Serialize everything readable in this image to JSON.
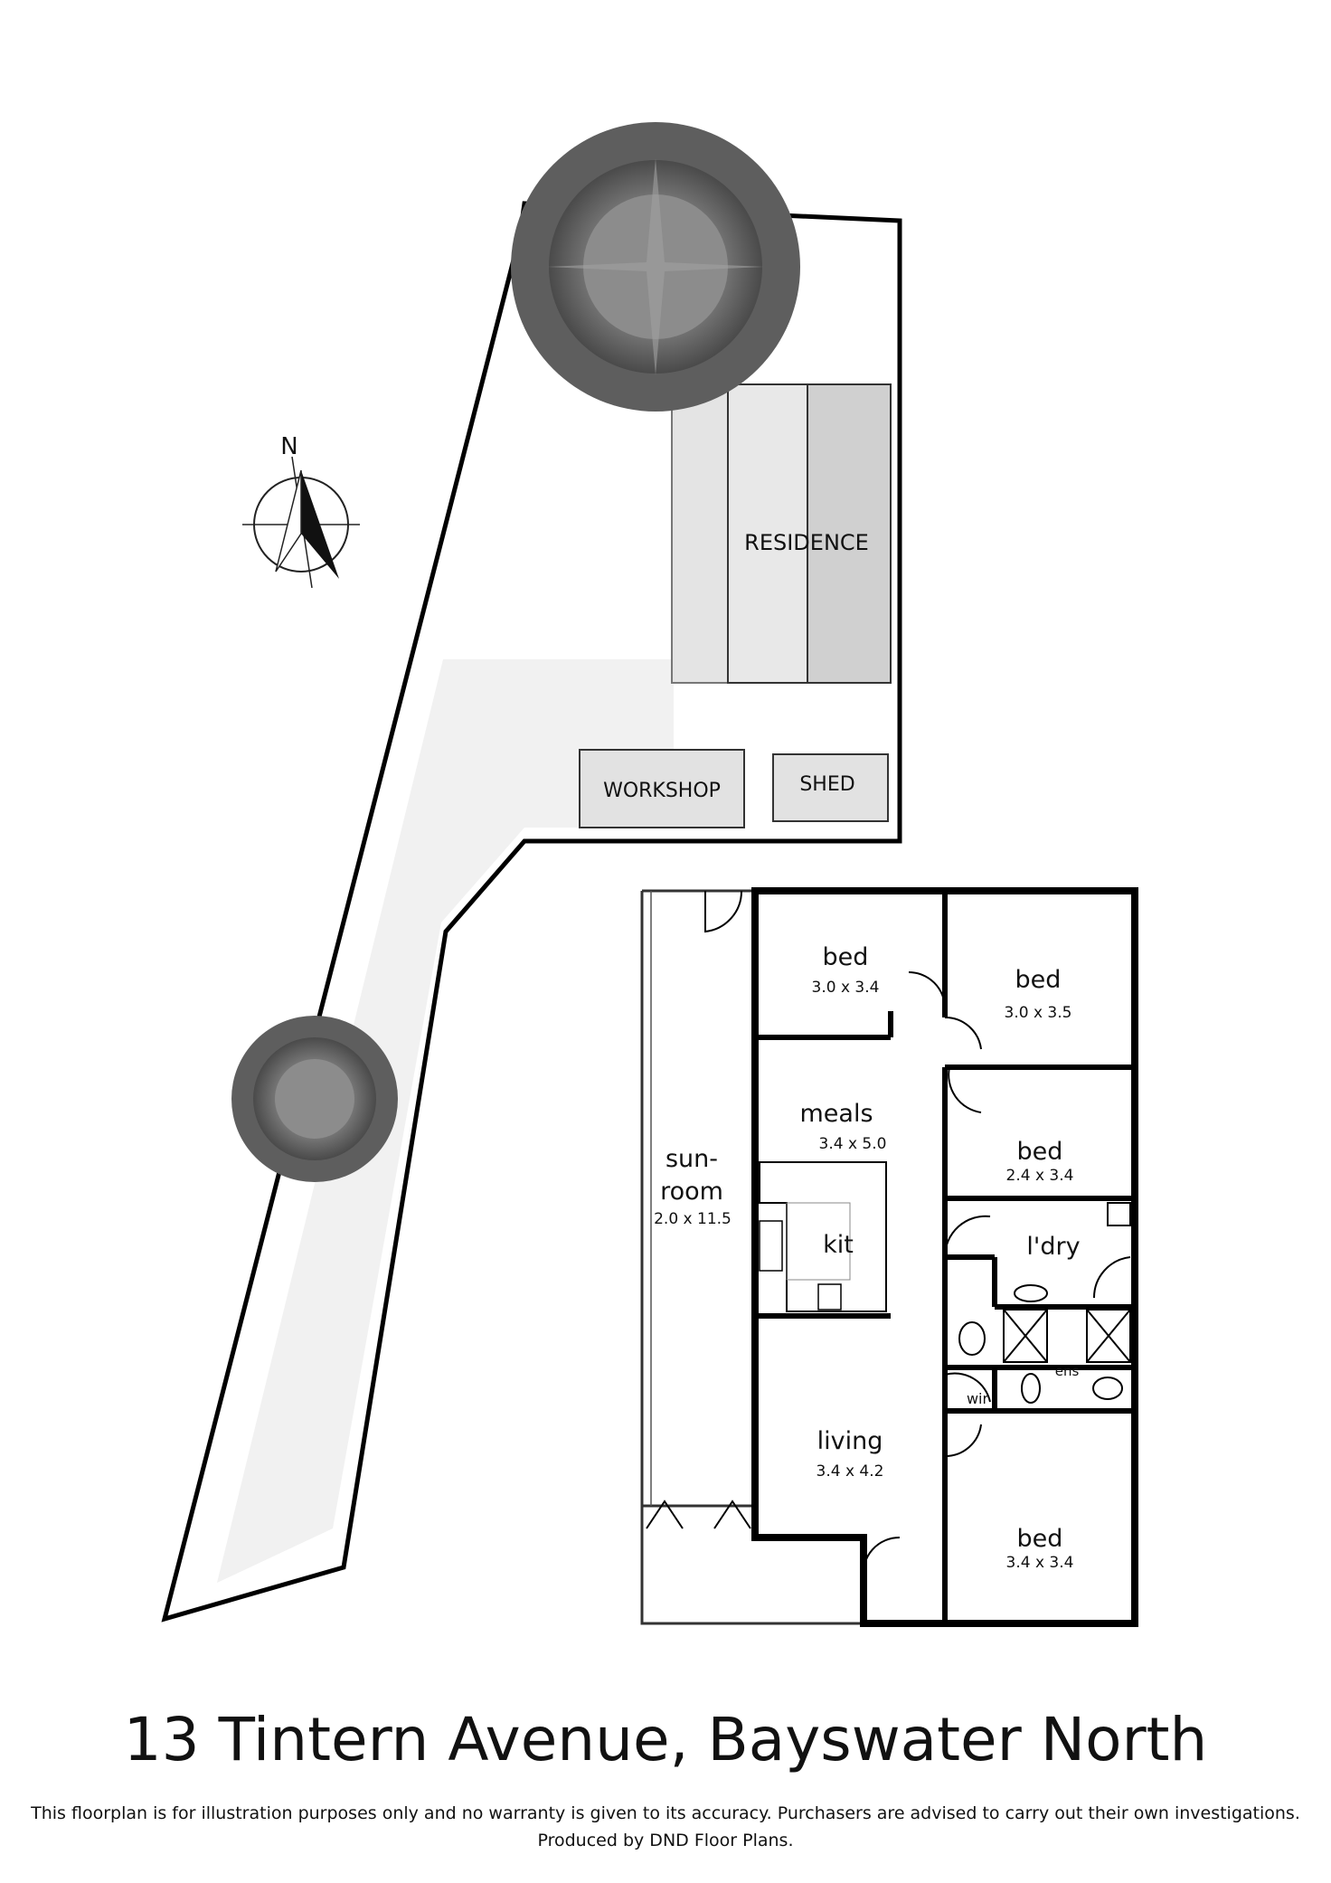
{
  "title": "13 Tintern Avenue, Bayswater North",
  "disclaimer": {
    "line1": "This floorplan is for illustration purposes only and no warranty is given to its accuracy. Purchasers are advised to carry out their own investigations.",
    "line2": "Produced by DND Floor Plans."
  },
  "compass": {
    "label": "N"
  },
  "site": {
    "residence": "RESIDENCE",
    "workshop": "WORKSHOP",
    "shed": "SHED"
  },
  "rooms": {
    "bed1": {
      "name": "bed",
      "size": "3.0 x 3.4"
    },
    "bed2": {
      "name": "bed",
      "size": "3.0 x 3.5"
    },
    "bed3": {
      "name": "bed",
      "size": "2.4 x 3.4"
    },
    "bed4": {
      "name": "bed",
      "size": "3.4 x 3.4"
    },
    "meals": {
      "name": "meals",
      "size": "3.4 x 5.0"
    },
    "kitchen": {
      "name": "kit"
    },
    "sunroom": {
      "name_line1": "sun-",
      "name_line2": "room",
      "size": "2.0 x 11.5"
    },
    "laundry": {
      "name": "l'dry"
    },
    "ensuite": {
      "name": "ens"
    },
    "wir": {
      "name": "wir"
    },
    "living": {
      "name": "living",
      "size": "3.4 x 4.2"
    }
  },
  "colors": {
    "wall": "#000000",
    "tree_outer": "#5a5a5a",
    "tree_inner": "#8a8a8a",
    "driveway": "#f0f0f0",
    "building_light": "#e6e6e6",
    "building_dark": "#cfcfcf"
  }
}
